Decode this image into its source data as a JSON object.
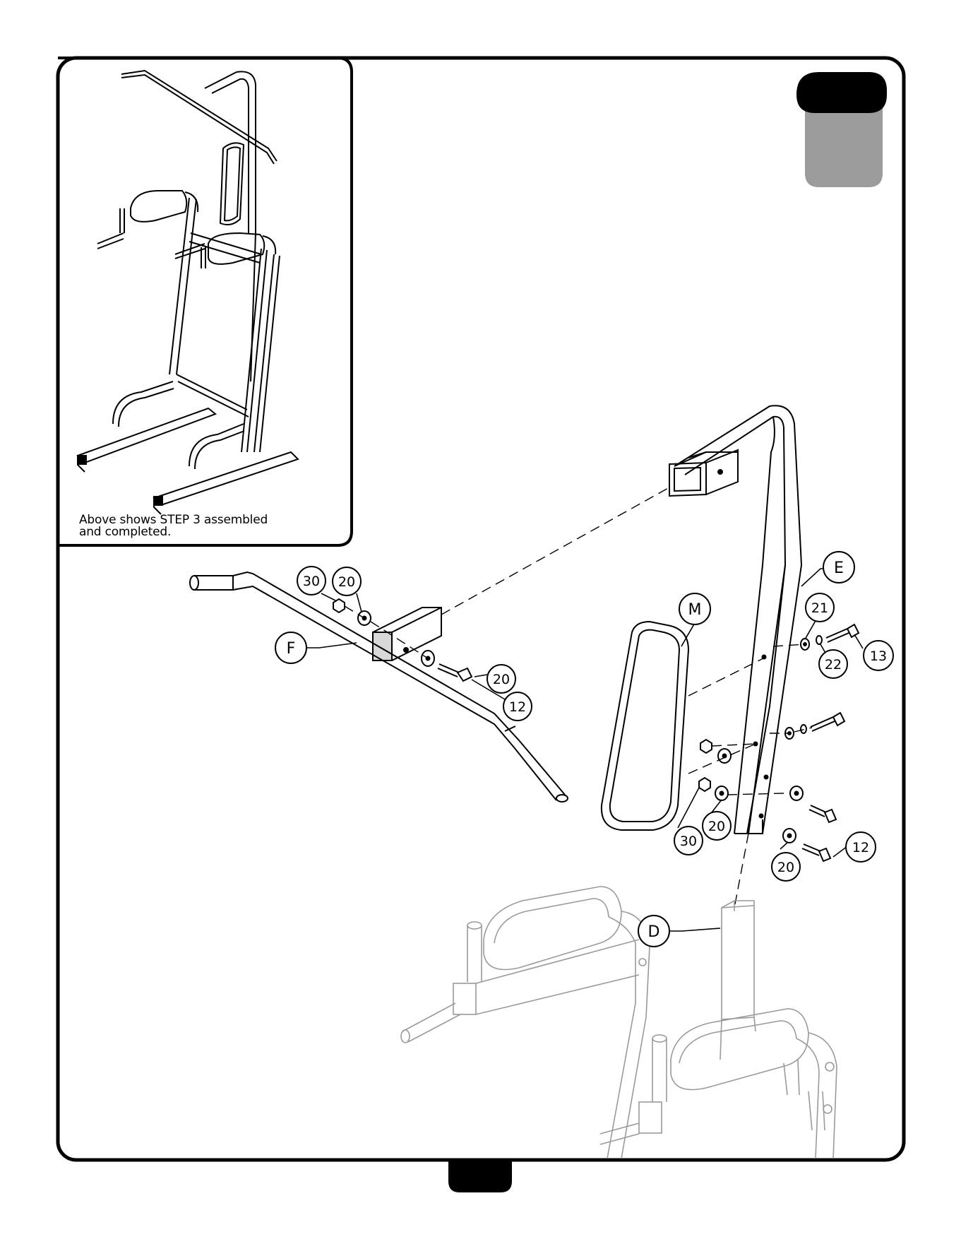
{
  "inset": {
    "caption_line1": "Above shows STEP 3 assembled",
    "caption_line2": "and completed."
  },
  "callouts": {
    "part_e": "E",
    "part_m": "M",
    "part_f": "F",
    "part_d": "D",
    "hw_30_top": "30",
    "hw_20_top": "20",
    "hw_20_mid": "20",
    "hw_12_mid": "12",
    "hw_21": "21",
    "hw_22": "22",
    "hw_13": "13",
    "hw_30_bot": "30",
    "hw_20_bot": "20",
    "hw_20_right": "20",
    "hw_12_right": "12"
  },
  "colors": {
    "ink": "#000000",
    "ghost": "#9a9a9a",
    "badge_gray": "#9b9b9b"
  }
}
